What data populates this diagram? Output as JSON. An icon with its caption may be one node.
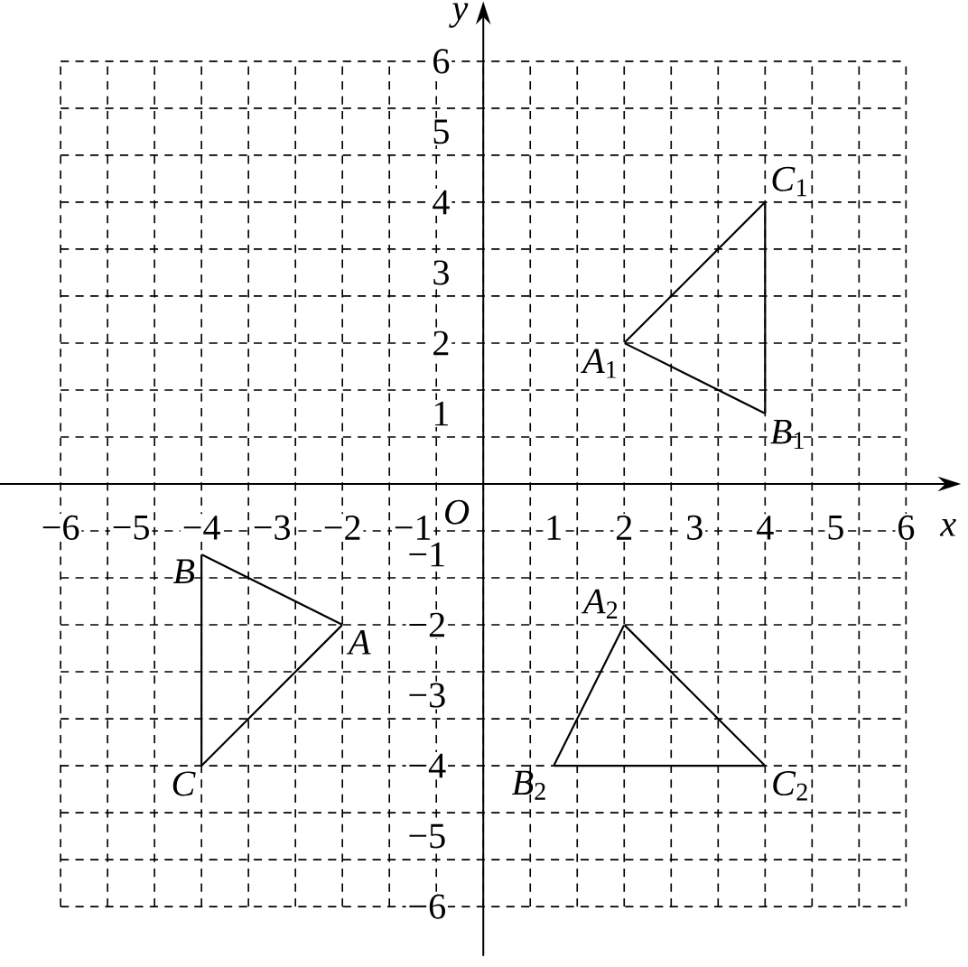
{
  "diagram": {
    "nodes": [
      {
        "text": [
          "*A*"
        ]
      },
      {
        "text": [
          "*B*"
        ]
      },
      {
        "text": [
          "*C*"
        ]
      },
      {
        "text": [
          "*A*$_{1}$"
        ]
      },
      {
        "text": [
          "*B*$_{1}$"
        ]
      },
      {
        "text": [
          "*C*$_{1}$"
        ]
      },
      {
        "text": [
          "*A*$_{2}$"
        ]
      },
      {
        "text": [
          "*B*$_{2}$"
        ]
      },
      {
        "text": [
          "*C*$_{2}$"
        ]
      }
    ],
    "edges": [
      {
        "from": 0,
        "to": 1,
        "arrow": "none"
      },
      {
        "from": 1,
        "to": 2,
        "arrow": "none"
      },
      {
        "from": 2,
        "to": 0,
        "arrow": "none"
      },
      {
        "from": 3,
        "to": 4,
        "arrow": "none"
      },
      {
        "from": 4,
        "to": 5,
        "arrow": "none"
      },
      {
        "from": 5,
        "to": 3,
        "arrow": "none"
      },
      {
        "from": 6,
        "to": 7,
        "arrow": "none"
      },
      {
        "from": 7,
        "to": 8,
        "arrow": "none"
      },
      {
        "from": 8,
        "to": 6,
        "arrow": "none"
      }
    ],
    "labels": [
      "*y*",
      "6",
      "5",
      "4",
      "3",
      "2",
      "1",
      "−6",
      "−5",
      "−4",
      "−3",
      "−2",
      "−1",
      "*O*",
      "1",
      "2",
      "3",
      "4",
      "5",
      "6",
      "*x*",
      "−1",
      "−2",
      "−3",
      "−4",
      "−5",
      "−6"
    ]
  }
}
